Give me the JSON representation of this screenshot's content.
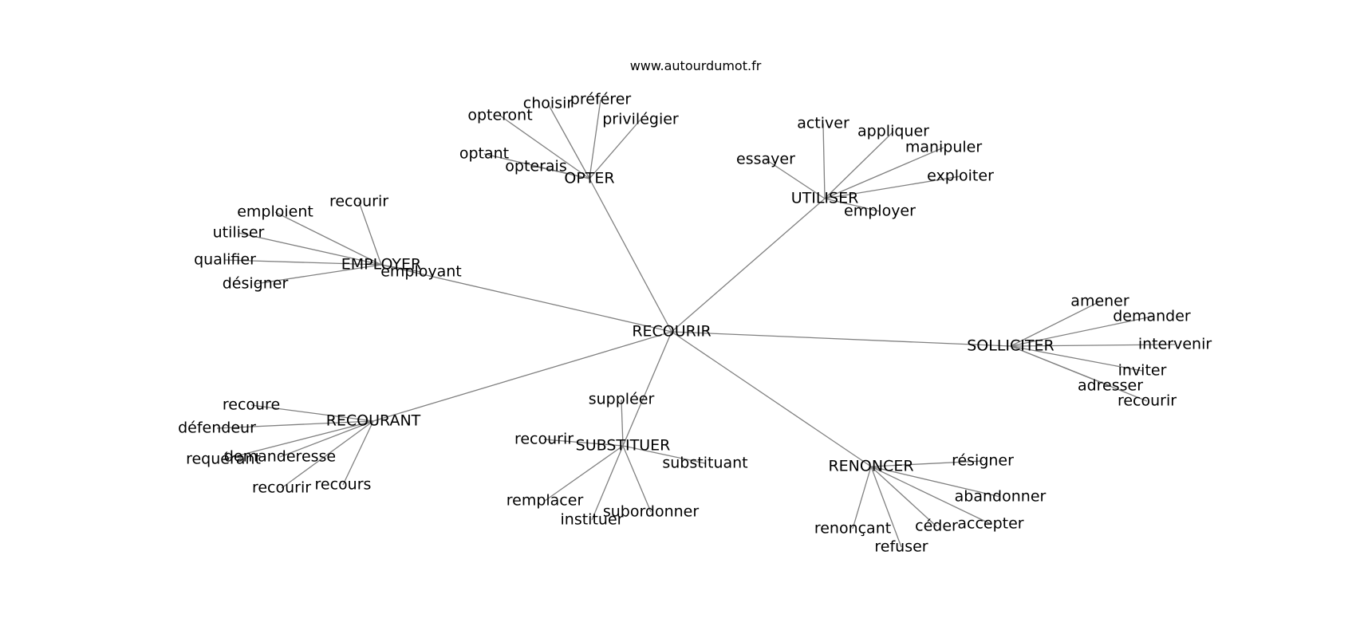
{
  "site": "www.autourdumot.fr",
  "center": "RECOURIR",
  "hubs": [
    {
      "id": "opter",
      "label": "OPTER",
      "leaves": [
        "optant",
        "opterais",
        "opteront",
        "choisir",
        "préférer",
        "privilégier"
      ]
    },
    {
      "id": "utiliser",
      "label": "UTILISER",
      "leaves": [
        "essayer",
        "activer",
        "appliquer",
        "manipuler",
        "exploiter",
        "employer"
      ]
    },
    {
      "id": "employer",
      "label": "EMPLOYER",
      "leaves": [
        "recourir",
        "emploient",
        "utiliser",
        "qualifier",
        "désigner",
        "employant"
      ]
    },
    {
      "id": "solliciter",
      "label": "SOLLICITER",
      "leaves": [
        "amener",
        "demander",
        "intervenir",
        "inviter",
        "adresser",
        "recourir"
      ]
    },
    {
      "id": "recourant",
      "label": "RECOURANT",
      "leaves": [
        "recoure",
        "défendeur",
        "requérant",
        "demanderesse",
        "recourir",
        "recours"
      ]
    },
    {
      "id": "substituer",
      "label": "SUBSTITUER",
      "leaves": [
        "suppléer",
        "recourir",
        "substituant",
        "remplacer",
        "instituer",
        "subordonner"
      ]
    },
    {
      "id": "renoncer",
      "label": "RENONCER",
      "leaves": [
        "résigner",
        "abandonner",
        "accepter",
        "céder",
        "refuser",
        "renonçant"
      ]
    }
  ]
}
